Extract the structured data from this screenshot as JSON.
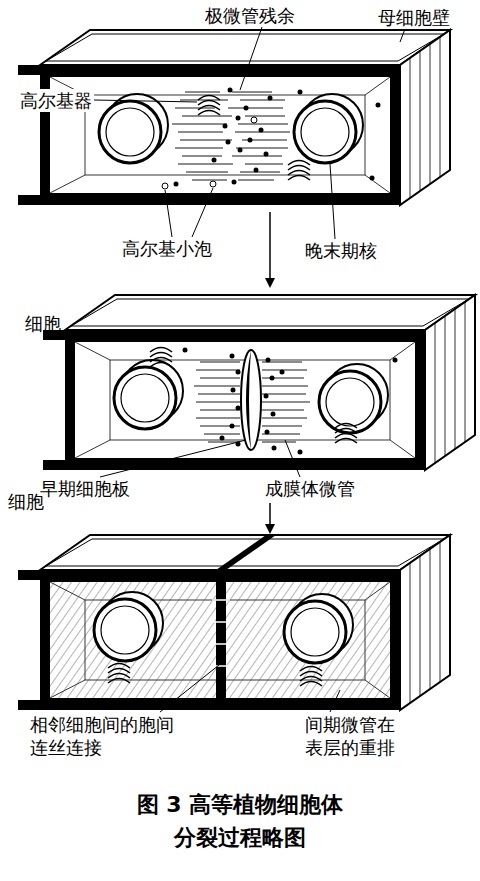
{
  "diagram": {
    "caption": "图 3 高等植物细胞体 分裂过程略图",
    "labels": [
      "极微管残余",
      "母细胞壁",
      "高尔基器",
      "高尔基小泡",
      "晚末期核",
      "细胞",
      "早期细胞板",
      "成膜体微管",
      "细胞",
      "相邻细胞间的胞间 连丝连接",
      "间期微管在 表层的重排"
    ]
  }
}
